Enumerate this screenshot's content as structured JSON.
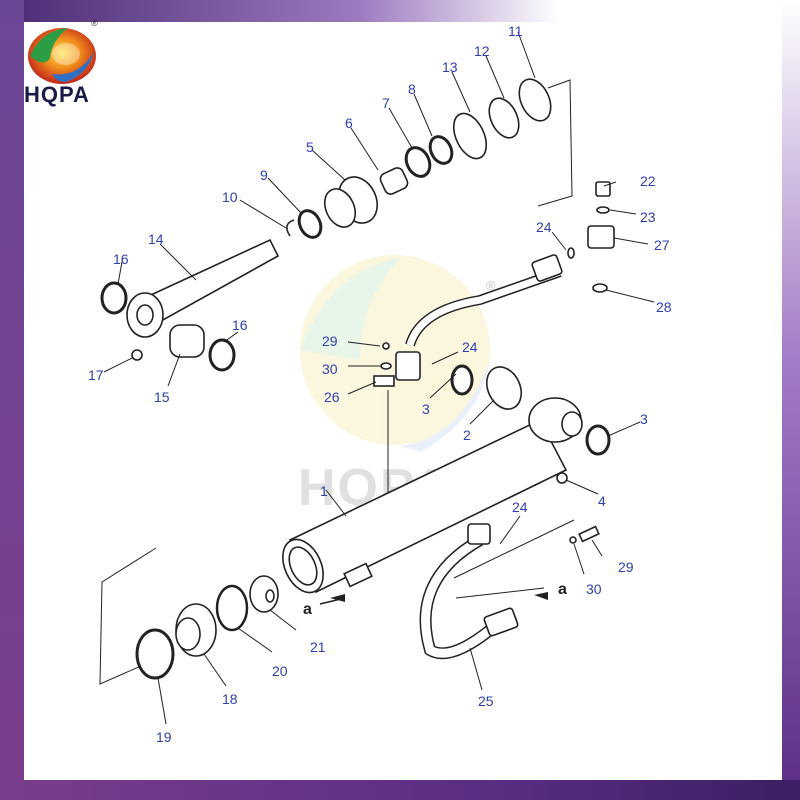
{
  "brand": {
    "name": "HQPA",
    "registered": "®",
    "watermark": "HQPA",
    "watermark_mark": "®"
  },
  "colors": {
    "callout": "#2f3fb0",
    "line": "#222222",
    "frame_purple": "#6b4896"
  },
  "view_marker": "a",
  "callouts": [
    {
      "id": "c1",
      "text": "1"
    },
    {
      "id": "c2",
      "text": "2"
    },
    {
      "id": "c3a",
      "text": "3"
    },
    {
      "id": "c3b",
      "text": "3"
    },
    {
      "id": "c4",
      "text": "4"
    },
    {
      "id": "c5",
      "text": "5"
    },
    {
      "id": "c6",
      "text": "6"
    },
    {
      "id": "c7",
      "text": "7"
    },
    {
      "id": "c8",
      "text": "8"
    },
    {
      "id": "c9",
      "text": "9"
    },
    {
      "id": "c10",
      "text": "10"
    },
    {
      "id": "c11",
      "text": "11"
    },
    {
      "id": "c12",
      "text": "12"
    },
    {
      "id": "c13",
      "text": "13"
    },
    {
      "id": "c14",
      "text": "14"
    },
    {
      "id": "c15",
      "text": "15"
    },
    {
      "id": "c16a",
      "text": "16"
    },
    {
      "id": "c16b",
      "text": "16"
    },
    {
      "id": "c17",
      "text": "17"
    },
    {
      "id": "c18",
      "text": "18"
    },
    {
      "id": "c19",
      "text": "19"
    },
    {
      "id": "c20",
      "text": "20"
    },
    {
      "id": "c21",
      "text": "21"
    },
    {
      "id": "c22",
      "text": "22"
    },
    {
      "id": "c23",
      "text": "23"
    },
    {
      "id": "c24a",
      "text": "24"
    },
    {
      "id": "c24b",
      "text": "24"
    },
    {
      "id": "c24c",
      "text": "24"
    },
    {
      "id": "c25",
      "text": "25"
    },
    {
      "id": "c26",
      "text": "26"
    },
    {
      "id": "c27",
      "text": "27"
    },
    {
      "id": "c28",
      "text": "28"
    },
    {
      "id": "c29a",
      "text": "29"
    },
    {
      "id": "c29b",
      "text": "29"
    },
    {
      "id": "c30a",
      "text": "30"
    },
    {
      "id": "c30b",
      "text": "30"
    }
  ]
}
